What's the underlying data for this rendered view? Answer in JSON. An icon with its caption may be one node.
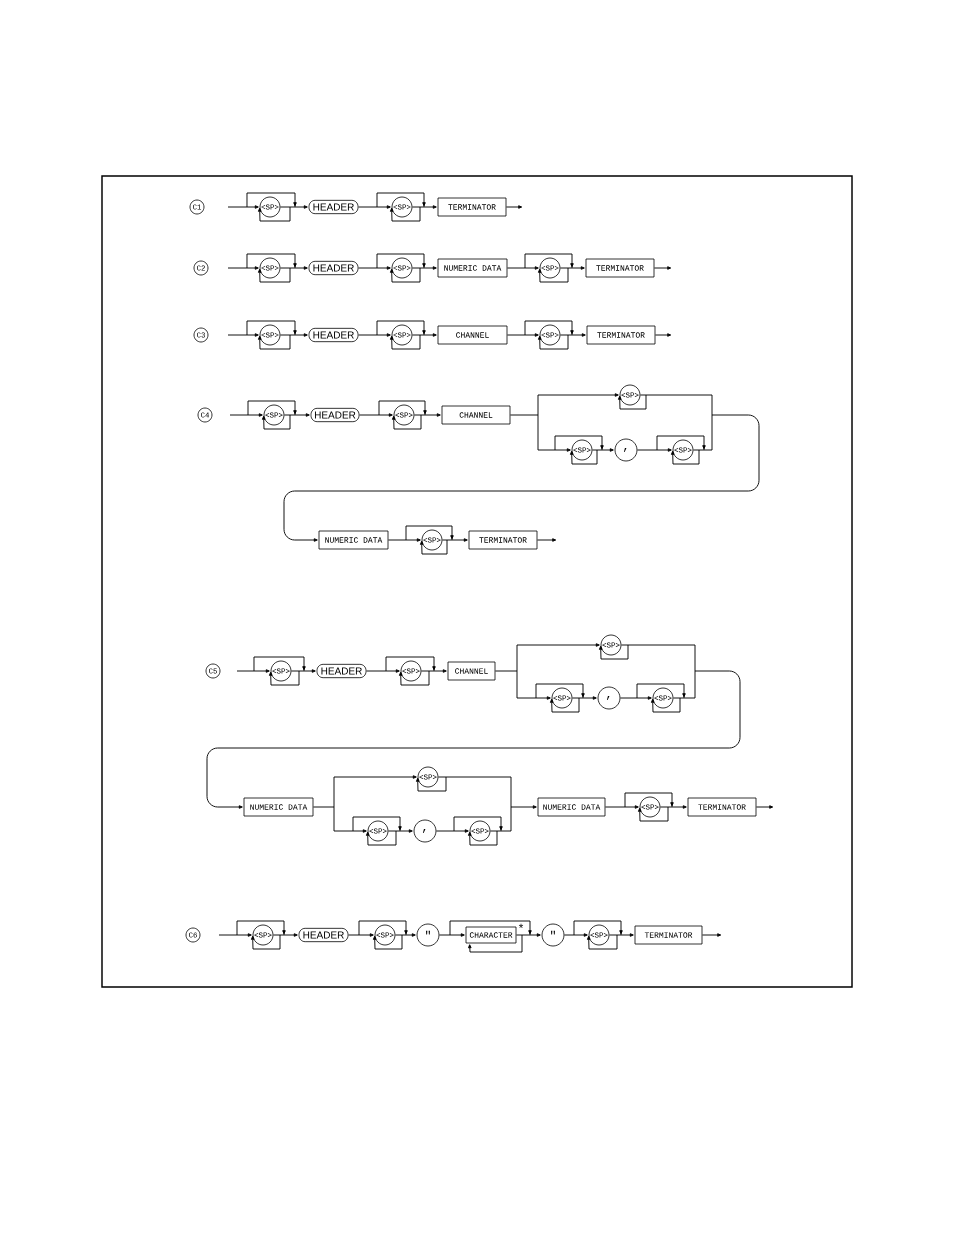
{
  "diagram": {
    "nodes": [
      {
        "text": [
          "C1"
        ]
      },
      {
        "text": [
          "<SP>"
        ]
      },
      {
        "text": [
          "HEADER"
        ]
      },
      {
        "text": [
          "<SP>"
        ]
      },
      {
        "text": [
          "TERMINATOR"
        ]
      },
      {
        "text": [
          "C2"
        ]
      },
      {
        "text": [
          "<SP>"
        ]
      },
      {
        "text": [
          "HEADER"
        ]
      },
      {
        "text": [
          "<SP>"
        ]
      },
      {
        "text": [
          "NUMERIC DATA"
        ]
      },
      {
        "text": [
          "<SP>"
        ]
      },
      {
        "text": [
          "TERMINATOR"
        ]
      },
      {
        "text": [
          "C3"
        ]
      },
      {
        "text": [
          "<SP>"
        ]
      },
      {
        "text": [
          "HEADER"
        ]
      },
      {
        "text": [
          "<SP>"
        ]
      },
      {
        "text": [
          "CHANNEL"
        ]
      },
      {
        "text": [
          "<SP>"
        ]
      },
      {
        "text": [
          "TERMINATOR"
        ]
      },
      {
        "text": [
          "C4"
        ]
      },
      {
        "text": [
          "<SP>"
        ]
      },
      {
        "text": [
          "HEADER"
        ]
      },
      {
        "text": [
          "<SP>"
        ]
      },
      {
        "text": [
          "CHANNEL"
        ]
      },
      {
        "text": [
          "<SP>"
        ]
      },
      {
        "text": [
          "<SP>"
        ]
      },
      {
        "text": [
          ","
        ]
      },
      {
        "text": [
          "<SP>"
        ]
      },
      {
        "text": [
          "NUMERIC DATA"
        ]
      },
      {
        "text": [
          "<SP>"
        ]
      },
      {
        "text": [
          "TERMINATOR"
        ]
      },
      {
        "text": [
          "C5"
        ]
      },
      {
        "text": [
          "<SP>"
        ]
      },
      {
        "text": [
          "HEADER"
        ]
      },
      {
        "text": [
          "<SP>"
        ]
      },
      {
        "text": [
          "CHANNEL"
        ]
      },
      {
        "text": [
          "<SP>"
        ]
      },
      {
        "text": [
          "<SP>"
        ]
      },
      {
        "text": [
          ","
        ]
      },
      {
        "text": [
          "<SP>"
        ]
      },
      {
        "text": [
          "NUMERIC DATA"
        ]
      },
      {
        "text": [
          "<SP>"
        ]
      },
      {
        "text": [
          "<SP>"
        ]
      },
      {
        "text": [
          ","
        ]
      },
      {
        "text": [
          "<SP>"
        ]
      },
      {
        "text": [
          "NUMERIC DATA"
        ]
      },
      {
        "text": [
          "<SP>"
        ]
      },
      {
        "text": [
          "TERMINATOR"
        ]
      },
      {
        "text": [
          "C6"
        ]
      },
      {
        "text": [
          "<SP>"
        ]
      },
      {
        "text": [
          "HEADER"
        ]
      },
      {
        "text": [
          "<SP>"
        ]
      },
      {
        "text": [
          "\""
        ]
      },
      {
        "text": [
          "CHARACTER"
        ],
        "beside": [
          "*"
        ]
      },
      {
        "text": [
          "\""
        ]
      },
      {
        "text": [
          "<SP>"
        ]
      },
      {
        "text": [
          "TERMINATOR"
        ]
      }
    ],
    "edges": [
      {
        "from": null,
        "to": 1,
        "arrow": "to"
      },
      {
        "from": null,
        "to": 2,
        "arrow": "to"
      },
      {
        "from": 1,
        "to": 1,
        "arrow": "to"
      },
      {
        "from": 1,
        "to": 2,
        "arrow": "to"
      },
      {
        "from": 2,
        "to": 3,
        "arrow": "to"
      },
      {
        "from": 2,
        "to": 4,
        "arrow": "to"
      },
      {
        "from": 3,
        "to": 3,
        "arrow": "to"
      },
      {
        "from": 3,
        "to": 4,
        "arrow": "to"
      },
      {
        "from": 4,
        "to": null,
        "arrow": "to"
      },
      {
        "from": null,
        "to": 6,
        "arrow": "to"
      },
      {
        "from": null,
        "to": 7,
        "arrow": "to"
      },
      {
        "from": 6,
        "to": 6,
        "arrow": "to"
      },
      {
        "from": 6,
        "to": 7,
        "arrow": "to"
      },
      {
        "from": 7,
        "to": 8,
        "arrow": "to"
      },
      {
        "from": 7,
        "to": 9,
        "arrow": "to"
      },
      {
        "from": 8,
        "to": 8,
        "arrow": "to"
      },
      {
        "from": 8,
        "to": 9,
        "arrow": "to"
      },
      {
        "from": 9,
        "to": 10,
        "arrow": "to"
      },
      {
        "from": 9,
        "to": 11,
        "arrow": "to"
      },
      {
        "from": 10,
        "to": 10,
        "arrow": "to"
      },
      {
        "from": 10,
        "to": 11,
        "arrow": "to"
      },
      {
        "from": 11,
        "to": null,
        "arrow": "to"
      },
      {
        "from": null,
        "to": 13,
        "arrow": "to"
      },
      {
        "from": null,
        "to": 14,
        "arrow": "to"
      },
      {
        "from": 13,
        "to": 13,
        "arrow": "to"
      },
      {
        "from": 13,
        "to": 14,
        "arrow": "to"
      },
      {
        "from": 14,
        "to": 15,
        "arrow": "to"
      },
      {
        "from": 14,
        "to": 16,
        "arrow": "to"
      },
      {
        "from": 15,
        "to": 15,
        "arrow": "to"
      },
      {
        "from": 15,
        "to": 16,
        "arrow": "to"
      },
      {
        "from": 16,
        "to": 17,
        "arrow": "to"
      },
      {
        "from": 16,
        "to": 18,
        "arrow": "to"
      },
      {
        "from": 17,
        "to": 17,
        "arrow": "to"
      },
      {
        "from": 17,
        "to": 18,
        "arrow": "to"
      },
      {
        "from": 18,
        "to": null,
        "arrow": "to"
      },
      {
        "from": null,
        "to": 20,
        "arrow": "to"
      },
      {
        "from": null,
        "to": 21,
        "arrow": "to"
      },
      {
        "from": 20,
        "to": 20,
        "arrow": "to"
      },
      {
        "from": 20,
        "to": 21,
        "arrow": "to"
      },
      {
        "from": 21,
        "to": 22,
        "arrow": "to"
      },
      {
        "from": 21,
        "to": 23,
        "arrow": "to"
      },
      {
        "from": 22,
        "to": 22,
        "arrow": "to"
      },
      {
        "from": 22,
        "to": 23,
        "arrow": "to"
      },
      {
        "from": 23,
        "to": 24,
        "arrow": "to"
      },
      {
        "from": 24,
        "to": 24,
        "arrow": "to"
      },
      {
        "from": 24,
        "to": 28,
        "arrow": "to"
      },
      {
        "from": 23,
        "to": 25,
        "arrow": "to"
      },
      {
        "from": 23,
        "to": 26,
        "arrow": "to"
      },
      {
        "from": 25,
        "to": 25,
        "arrow": "to"
      },
      {
        "from": 25,
        "to": 26,
        "arrow": "to"
      },
      {
        "from": 26,
        "to": 27,
        "arrow": "to"
      },
      {
        "from": 26,
        "to": 28,
        "arrow": "to"
      },
      {
        "from": 27,
        "to": 27,
        "arrow": "to"
      },
      {
        "from": 27,
        "to": 28,
        "arrow": "to"
      },
      {
        "from": 28,
        "to": 29,
        "arrow": "to"
      },
      {
        "from": 28,
        "to": 30,
        "arrow": "to"
      },
      {
        "from": 29,
        "to": 29,
        "arrow": "to"
      },
      {
        "from": 29,
        "to": 30,
        "arrow": "to"
      },
      {
        "from": 30,
        "to": null,
        "arrow": "to"
      },
      {
        "from": null,
        "to": 32,
        "arrow": "to"
      },
      {
        "from": null,
        "to": 33,
        "arrow": "to"
      },
      {
        "from": 32,
        "to": 32,
        "arrow": "to"
      },
      {
        "from": 32,
        "to": 33,
        "arrow": "to"
      },
      {
        "from": 33,
        "to": 34,
        "arrow": "to"
      },
      {
        "from": 33,
        "to": 35,
        "arrow": "to"
      },
      {
        "from": 34,
        "to": 34,
        "arrow": "to"
      },
      {
        "from": 34,
        "to": 35,
        "arrow": "to"
      },
      {
        "from": 35,
        "to": 36,
        "arrow": "to"
      },
      {
        "from": 36,
        "to": 36,
        "arrow": "to"
      },
      {
        "from": 36,
        "to": 40,
        "arrow": "to"
      },
      {
        "from": 35,
        "to": 37,
        "arrow": "to"
      },
      {
        "from": 35,
        "to": 38,
        "arrow": "to"
      },
      {
        "from": 37,
        "to": 37,
        "arrow": "to"
      },
      {
        "from": 37,
        "to": 38,
        "arrow": "to"
      },
      {
        "from": 38,
        "to": 39,
        "arrow": "to"
      },
      {
        "from": 38,
        "to": 40,
        "arrow": "to"
      },
      {
        "from": 39,
        "to": 39,
        "arrow": "to"
      },
      {
        "from": 39,
        "to": 40,
        "arrow": "to"
      },
      {
        "from": 40,
        "to": 41,
        "arrow": "to"
      },
      {
        "from": 41,
        "to": 41,
        "arrow": "to"
      },
      {
        "from": 41,
        "to": 45,
        "arrow": "to"
      },
      {
        "from": 40,
        "to": 42,
        "arrow": "to"
      },
      {
        "from": 40,
        "to": 43,
        "arrow": "to"
      },
      {
        "from": 42,
        "to": 42,
        "arrow": "to"
      },
      {
        "from": 42,
        "to": 43,
        "arrow": "to"
      },
      {
        "from": 43,
        "to": 44,
        "arrow": "to"
      },
      {
        "from": 43,
        "to": 45,
        "arrow": "to"
      },
      {
        "from": 44,
        "to": 44,
        "arrow": "to"
      },
      {
        "from": 44,
        "to": 45,
        "arrow": "to"
      },
      {
        "from": 45,
        "to": 46,
        "arrow": "to"
      },
      {
        "from": 45,
        "to": 47,
        "arrow": "to"
      },
      {
        "from": 46,
        "to": 46,
        "arrow": "to"
      },
      {
        "from": 46,
        "to": 47,
        "arrow": "to"
      },
      {
        "from": 47,
        "to": null,
        "arrow": "to"
      },
      {
        "from": null,
        "to": 49,
        "arrow": "to"
      },
      {
        "from": null,
        "to": 50,
        "arrow": "to"
      },
      {
        "from": 49,
        "to": 49,
        "arrow": "to"
      },
      {
        "from": 49,
        "to": 50,
        "arrow": "to"
      },
      {
        "from": 50,
        "to": 51,
        "arrow": "to"
      },
      {
        "from": 50,
        "to": 52,
        "arrow": "to"
      },
      {
        "from": 51,
        "to": 51,
        "arrow": "to"
      },
      {
        "from": 51,
        "to": 52,
        "arrow": "to"
      },
      {
        "from": 52,
        "to": 53,
        "arrow": "to"
      },
      {
        "from": 52,
        "to": 54,
        "arrow": "to"
      },
      {
        "from": 53,
        "to": 53,
        "arrow": "to"
      },
      {
        "from": 53,
        "to": 54,
        "arrow": "to"
      },
      {
        "from": 54,
        "to": 55,
        "arrow": "to"
      },
      {
        "from": 54,
        "to": 56,
        "arrow": "to"
      },
      {
        "from": 55,
        "to": 55,
        "arrow": "to"
      },
      {
        "from": 55,
        "to": 56,
        "arrow": "to"
      },
      {
        "from": 56,
        "to": null,
        "arrow": "to"
      }
    ]
  }
}
